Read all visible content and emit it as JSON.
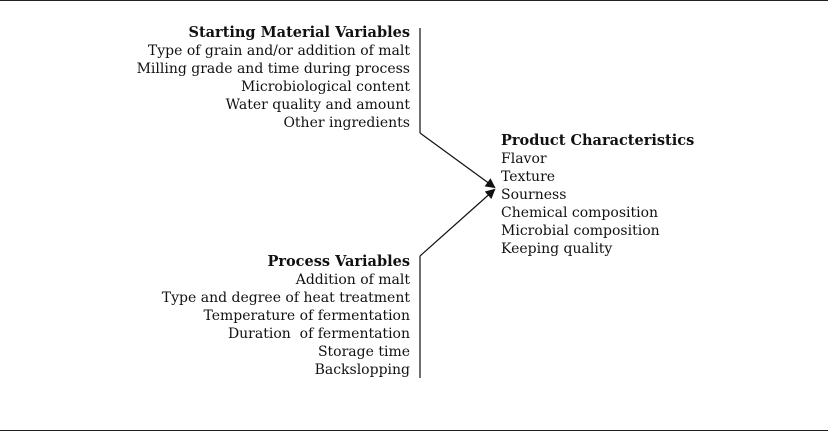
{
  "starting_material": {
    "heading": "Starting Material Variables",
    "items": [
      "Type of grain and/or addition of malt",
      "Milling grade and time during process",
      "Microbiological content",
      "Water quality and amount",
      "Other ingredients"
    ]
  },
  "process": {
    "heading": "Process Variables",
    "items": [
      "Addition of malt",
      "Type and degree of heat treatment",
      "Temperature of fermentation",
      "Duration  of fermentation",
      "Storage time",
      "Backslopping"
    ]
  },
  "product": {
    "heading": "Product Characteristics",
    "items": [
      "Flavor",
      "Texture",
      "Sourness",
      "Chemical composition",
      "Microbial composition",
      "Keeping quality"
    ]
  }
}
